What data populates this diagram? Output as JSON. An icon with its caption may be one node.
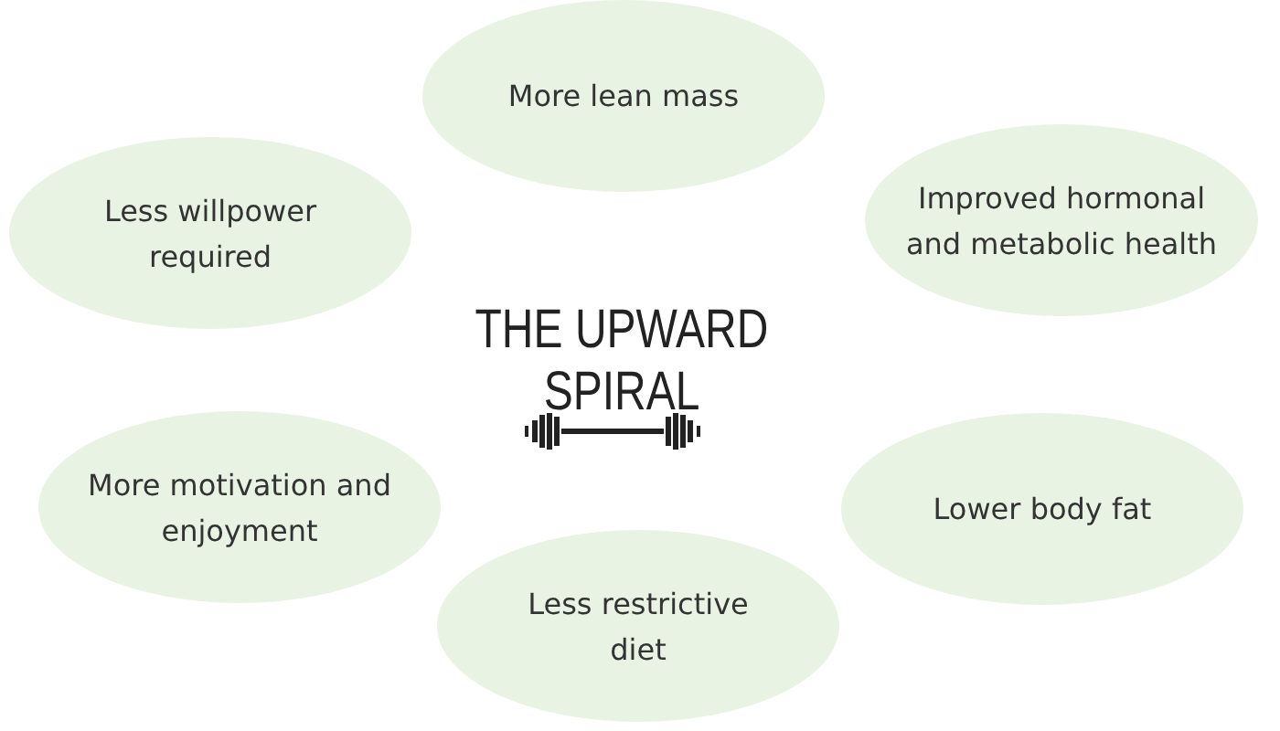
{
  "diagram": {
    "title": "THE UPWARD SPIRAL",
    "nodes": [
      {
        "text": [
          "More lean mass"
        ]
      },
      {
        "text": [
          "Improved hormonal and metabolic health"
        ]
      },
      {
        "text": [
          "Lower body fat"
        ]
      },
      {
        "text": [
          "Less restrictive diet"
        ]
      },
      {
        "text": [
          "More motivation and enjoyment"
        ]
      },
      {
        "text": [
          "Less willpower required"
        ]
      }
    ]
  }
}
